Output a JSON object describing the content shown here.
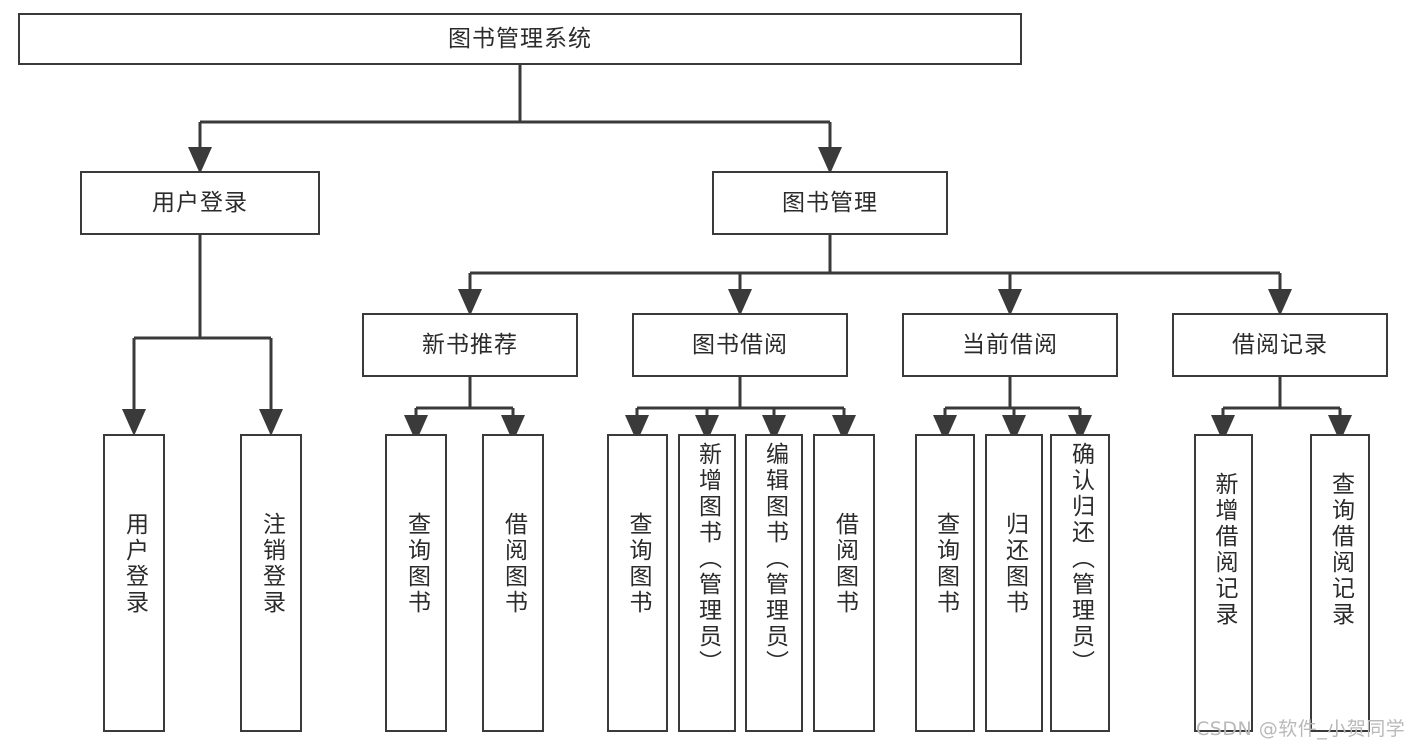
{
  "diagram": {
    "type": "tree",
    "title": "图书管理系统",
    "orientation": "top-down",
    "colors": {
      "background": "#ffffff",
      "box_border": "#3a3a3a",
      "box_fill": "#ffffff",
      "edge": "#3a3a3a",
      "text": "#2b2b2b",
      "watermark": "#b9b9b9"
    },
    "root": {
      "label": "图书管理系统"
    },
    "level2": [
      {
        "label": "用户登录"
      },
      {
        "label": "图书管理"
      }
    ],
    "level3": [
      {
        "label": "新书推荐"
      },
      {
        "label": "图书借阅"
      },
      {
        "label": "当前借阅"
      },
      {
        "label": "借阅记录"
      }
    ],
    "leaves": {
      "user_login": [
        {
          "label": "用户登录"
        },
        {
          "label": "注销登录"
        }
      ],
      "new_book_recommend": [
        {
          "label": "查询图书"
        },
        {
          "label": "借阅图书"
        }
      ],
      "book_borrow": [
        {
          "label": "查询图书"
        },
        {
          "label": "新增图书（管理员）"
        },
        {
          "label": "编辑图书（管理员）"
        },
        {
          "label": "借阅图书"
        }
      ],
      "current_borrow": [
        {
          "label": "查询图书"
        },
        {
          "label": "归还图书"
        },
        {
          "label": "确认归还（管理员）"
        }
      ],
      "borrow_record": [
        {
          "label": "新增借阅记录"
        },
        {
          "label": "查询借阅记录"
        }
      ]
    }
  },
  "watermark": {
    "text": "CSDN @软件_小贺同学"
  }
}
